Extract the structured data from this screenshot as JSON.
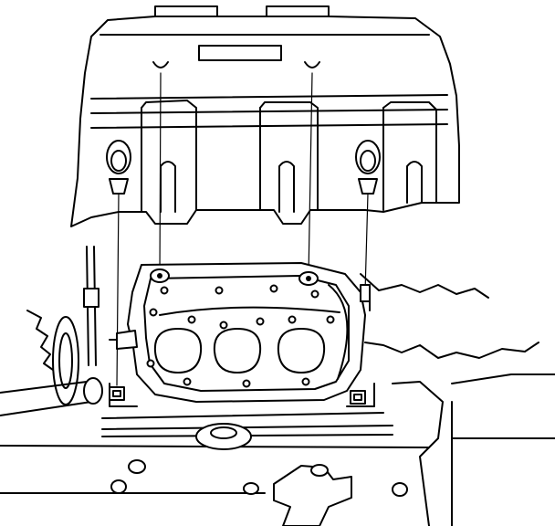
{
  "diagram": {
    "kind": "engine cover removal illustration",
    "style": "black line art on white background",
    "line_color": "#000000",
    "background_color": "#ffffff",
    "callouts": [],
    "fasteners": {
      "cover_mounting_bolts": 2,
      "cover_grommet_nuts": 2
    }
  }
}
